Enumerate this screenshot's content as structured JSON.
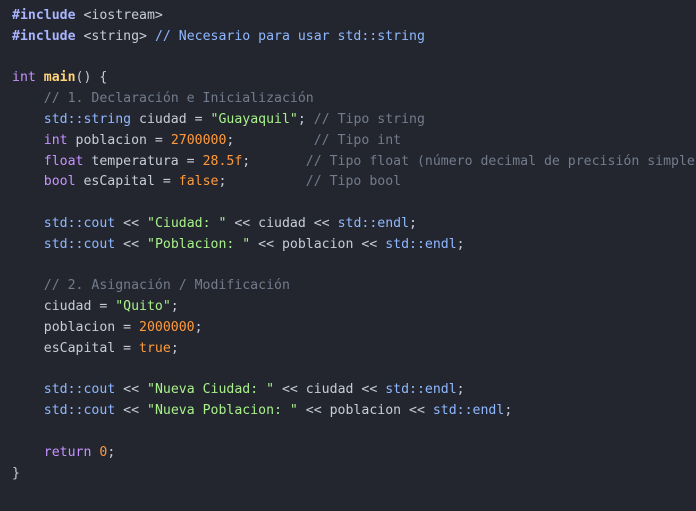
{
  "editor": {
    "lines": [
      {
        "tokens": [
          {
            "t": "#include",
            "c": "pre"
          },
          {
            "t": " <iostream>",
            "c": "inc"
          }
        ]
      },
      {
        "tokens": [
          {
            "t": "#include",
            "c": "pre"
          },
          {
            "t": " <string> ",
            "c": "inc"
          },
          {
            "t": "// Necesario para usar std::string",
            "c": "ns"
          }
        ]
      },
      {
        "tokens": []
      },
      {
        "tokens": [
          {
            "t": "int",
            "c": "type"
          },
          {
            "t": " ",
            "c": "id"
          },
          {
            "t": "main",
            "c": "fn"
          },
          {
            "t": "() {",
            "c": "punc"
          }
        ]
      },
      {
        "tokens": [
          {
            "t": "    // 1. Declaración e Inicialización",
            "c": "cmt"
          }
        ]
      },
      {
        "tokens": [
          {
            "t": "    ",
            "c": "id"
          },
          {
            "t": "std::string",
            "c": "ns"
          },
          {
            "t": " ciudad = ",
            "c": "id"
          },
          {
            "t": "\"Guayaquil\"",
            "c": "str"
          },
          {
            "t": "; ",
            "c": "punc"
          },
          {
            "t": "// Tipo string",
            "c": "cmt"
          }
        ]
      },
      {
        "tokens": [
          {
            "t": "    ",
            "c": "id"
          },
          {
            "t": "int",
            "c": "type"
          },
          {
            "t": " poblacion = ",
            "c": "id"
          },
          {
            "t": "2700000",
            "c": "num"
          },
          {
            "t": ";          ",
            "c": "punc"
          },
          {
            "t": "// Tipo int",
            "c": "cmt"
          }
        ]
      },
      {
        "tokens": [
          {
            "t": "    ",
            "c": "id"
          },
          {
            "t": "float",
            "c": "type"
          },
          {
            "t": " temperatura = ",
            "c": "id"
          },
          {
            "t": "28.5f",
            "c": "num"
          },
          {
            "t": ";       ",
            "c": "punc"
          },
          {
            "t": "// Tipo float (número decimal de precisión simple)",
            "c": "cmt"
          }
        ]
      },
      {
        "tokens": [
          {
            "t": "    ",
            "c": "id"
          },
          {
            "t": "bool",
            "c": "type"
          },
          {
            "t": " esCapital = ",
            "c": "id"
          },
          {
            "t": "false",
            "c": "bool"
          },
          {
            "t": ";          ",
            "c": "punc"
          },
          {
            "t": "// Tipo bool",
            "c": "cmt"
          }
        ]
      },
      {
        "tokens": []
      },
      {
        "tokens": [
          {
            "t": "    ",
            "c": "id"
          },
          {
            "t": "std::cout",
            "c": "ns"
          },
          {
            "t": " << ",
            "c": "op"
          },
          {
            "t": "\"Ciudad: \"",
            "c": "str"
          },
          {
            "t": " << ciudad << ",
            "c": "op"
          },
          {
            "t": "std::endl",
            "c": "ns"
          },
          {
            "t": ";",
            "c": "punc"
          }
        ]
      },
      {
        "tokens": [
          {
            "t": "    ",
            "c": "id"
          },
          {
            "t": "std::cout",
            "c": "ns"
          },
          {
            "t": " << ",
            "c": "op"
          },
          {
            "t": "\"Poblacion: \"",
            "c": "str"
          },
          {
            "t": " << poblacion << ",
            "c": "op"
          },
          {
            "t": "std::endl",
            "c": "ns"
          },
          {
            "t": ";",
            "c": "punc"
          }
        ]
      },
      {
        "tokens": []
      },
      {
        "tokens": [
          {
            "t": "    // 2. Asignación / Modificación",
            "c": "cmt"
          }
        ]
      },
      {
        "tokens": [
          {
            "t": "    ciudad = ",
            "c": "id"
          },
          {
            "t": "\"Quito\"",
            "c": "str"
          },
          {
            "t": ";",
            "c": "punc"
          }
        ]
      },
      {
        "tokens": [
          {
            "t": "    poblacion = ",
            "c": "id"
          },
          {
            "t": "2000000",
            "c": "num"
          },
          {
            "t": ";",
            "c": "punc"
          }
        ]
      },
      {
        "tokens": [
          {
            "t": "    esCapital = ",
            "c": "id"
          },
          {
            "t": "true",
            "c": "bool"
          },
          {
            "t": ";",
            "c": "punc"
          }
        ]
      },
      {
        "tokens": []
      },
      {
        "tokens": [
          {
            "t": "    ",
            "c": "id"
          },
          {
            "t": "std::cout",
            "c": "ns"
          },
          {
            "t": " << ",
            "c": "op"
          },
          {
            "t": "\"Nueva Ciudad: \"",
            "c": "str"
          },
          {
            "t": " << ciudad << ",
            "c": "op"
          },
          {
            "t": "std::endl",
            "c": "ns"
          },
          {
            "t": ";",
            "c": "punc"
          }
        ]
      },
      {
        "tokens": [
          {
            "t": "    ",
            "c": "id"
          },
          {
            "t": "std::cout",
            "c": "ns"
          },
          {
            "t": " << ",
            "c": "op"
          },
          {
            "t": "\"Nueva Poblacion: \"",
            "c": "str"
          },
          {
            "t": " << poblacion << ",
            "c": "op"
          },
          {
            "t": "std::endl",
            "c": "ns"
          },
          {
            "t": ";",
            "c": "punc"
          }
        ]
      },
      {
        "tokens": []
      },
      {
        "tokens": [
          {
            "t": "    ",
            "c": "id"
          },
          {
            "t": "return",
            "c": "ret"
          },
          {
            "t": " ",
            "c": "id"
          },
          {
            "t": "0",
            "c": "num"
          },
          {
            "t": ";",
            "c": "punc"
          }
        ]
      },
      {
        "tokens": [
          {
            "t": "}",
            "c": "punc"
          }
        ]
      }
    ]
  },
  "colors": {
    "background": "#23262f",
    "default_text": "#c8ccd8",
    "comment": "#737b8c",
    "keyword": "#c792ff",
    "function": "#ffd479",
    "namespace": "#8fb8ff",
    "string": "#a8f08a",
    "number": "#ff9a3c"
  }
}
